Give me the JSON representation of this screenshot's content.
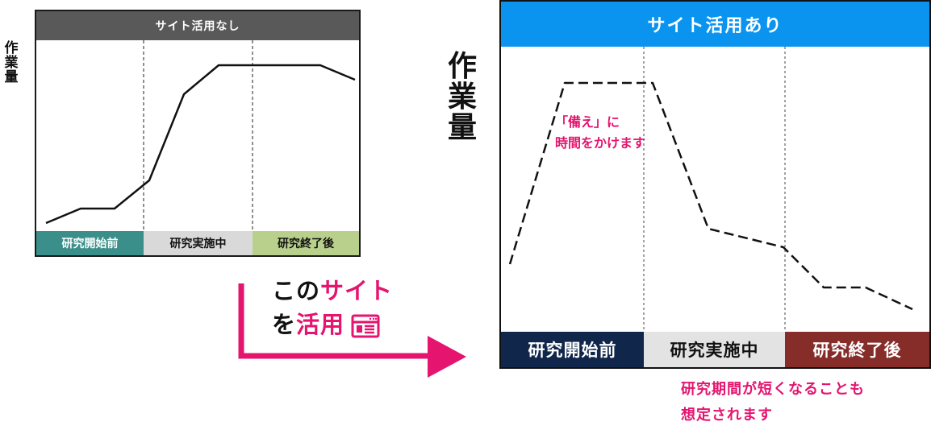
{
  "left_panel": {
    "title": "サイト活用なし",
    "y_label": "作業量",
    "phases": [
      {
        "label": "研究開始前",
        "bg": "#3a8f8a",
        "color": "#ffffff"
      },
      {
        "label": "研究実施中",
        "bg": "#d9d9d9",
        "color": "#111111"
      },
      {
        "label": "研究終了後",
        "bg": "#b9d08c",
        "color": "#111111"
      }
    ]
  },
  "right_panel": {
    "title": "サイト活用あり",
    "y_label": "作業量",
    "phases": [
      {
        "label": "研究開始前",
        "bg": "#10264a",
        "color": "#ffffff"
      },
      {
        "label": "研究実施中",
        "bg": "#e3e3e3",
        "color": "#111111"
      },
      {
        "label": "研究終了後",
        "bg": "#862d2a",
        "color": "#ffffff"
      }
    ],
    "annotation_line1": "「備え」に",
    "annotation_line2": "時間をかけます"
  },
  "caption": {
    "line1_prefix": "この",
    "line1_accent": "サイト",
    "line2_prefix": "を",
    "line2_accent": "活用"
  },
  "bottom_note": {
    "line1": "研究期間が短くなることも",
    "line2": "想定されます"
  },
  "colors": {
    "accent": "#e4146f",
    "left_header": "#595959",
    "right_header": "#0a94f0"
  },
  "icons": [
    "browser-window-icon",
    "arrow-right-icon"
  ]
}
